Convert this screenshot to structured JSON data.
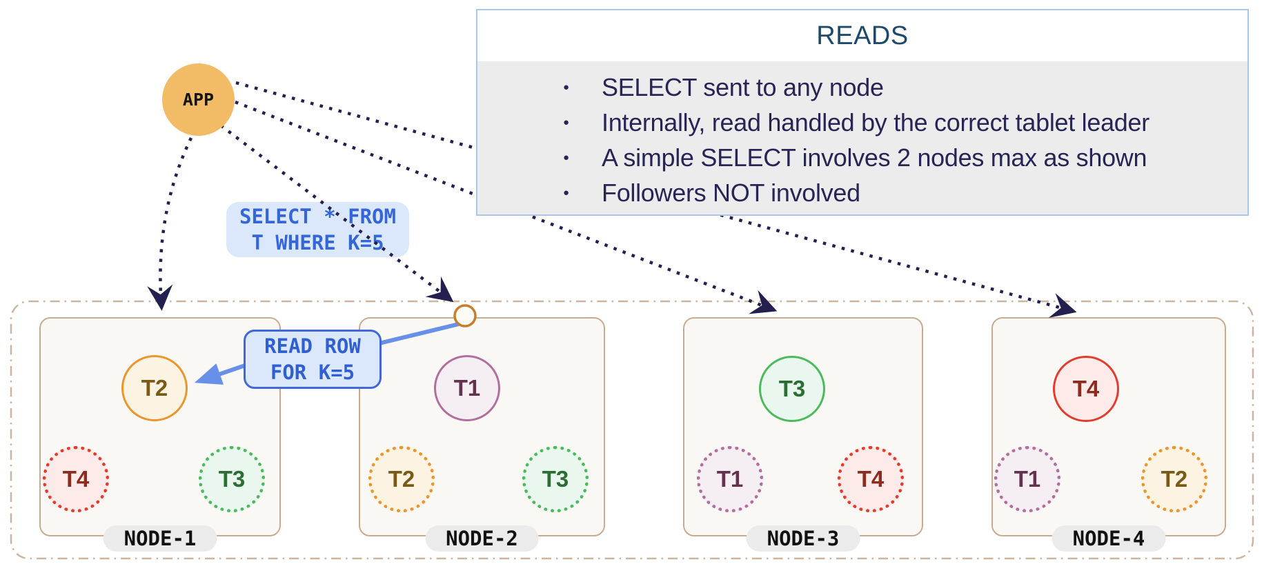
{
  "reads_panel": {
    "title": "READS",
    "bullet_glyph": "●",
    "bullets": [
      "SELECT sent to any node",
      "Internally, read handled by the correct tablet leader",
      "A simple SELECT involves 2 nodes max as shown",
      "Followers NOT involved"
    ]
  },
  "app": {
    "label": "APP"
  },
  "select_label": {
    "line1": "SELECT * FROM",
    "line2": "T WHERE K=5"
  },
  "read_row_label": {
    "line1": "READ ROW",
    "line2": "FOR K=5"
  },
  "nodes": [
    {
      "name": "NODE-1",
      "leader": {
        "id": "T2",
        "color": "orange"
      },
      "followers": [
        {
          "id": "T4",
          "color": "red"
        },
        {
          "id": "T3",
          "color": "green"
        }
      ]
    },
    {
      "name": "NODE-2",
      "leader": {
        "id": "T1",
        "color": "purple"
      },
      "followers": [
        {
          "id": "T2",
          "color": "orange"
        },
        {
          "id": "T3",
          "color": "green"
        }
      ]
    },
    {
      "name": "NODE-3",
      "leader": {
        "id": "T3",
        "color": "green"
      },
      "followers": [
        {
          "id": "T1",
          "color": "purple"
        },
        {
          "id": "T4",
          "color": "red"
        }
      ]
    },
    {
      "name": "NODE-4",
      "leader": {
        "id": "T4",
        "color": "red"
      },
      "followers": [
        {
          "id": "T1",
          "color": "purple"
        },
        {
          "id": "T2",
          "color": "orange"
        }
      ]
    }
  ],
  "colors": {
    "app_fill": "#f2bb66",
    "dotted_arrow": "#23204f",
    "blue_arrow": "#6890e8",
    "sql_label_bg": "#dbe7fb",
    "sql_label_text": "#3566d8",
    "read_row_border": "#4168d9",
    "reads_border": "#abc8ec",
    "reads_body_bg": "#ececec",
    "reads_title_text": "#1d4a6b",
    "reads_bullet_text": "#292455",
    "node_bg": "#faf8f4",
    "node_border": "#c8ab90",
    "cluster_border": "#cdb49e",
    "pill_bg": "#ebebeb",
    "tablet_orange": "#e8962e",
    "tablet_purple": "#b06f9d",
    "tablet_green": "#4db95e",
    "tablet_red": "#e23c2e",
    "entry_point_border": "#c87d28"
  }
}
